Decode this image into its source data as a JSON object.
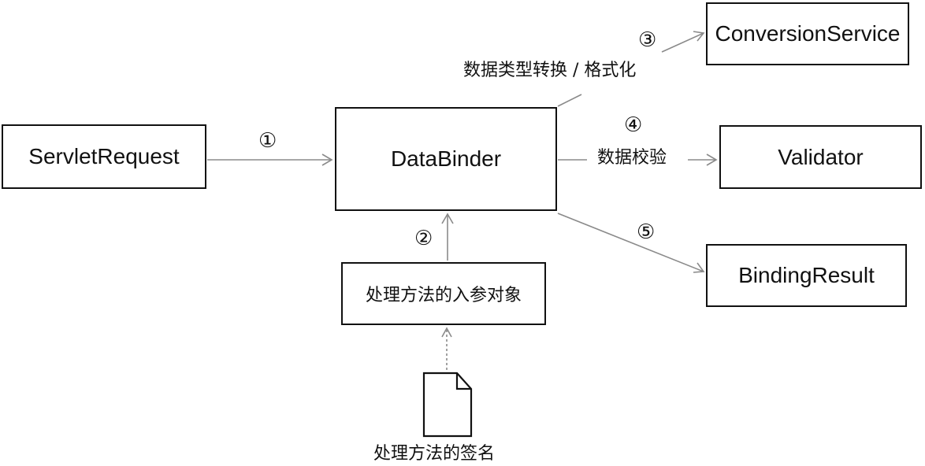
{
  "boxes": {
    "servlet_request": "ServletRequest",
    "data_binder": "DataBinder",
    "conversion_service": "ConversionService",
    "validator": "Validator",
    "binding_result": "BindingResult",
    "handler_param": "处理方法的入参对象"
  },
  "labels": {
    "conversion": "数据类型转换 / 格式化",
    "validate": "数据校验",
    "signature": "处理方法的签名"
  },
  "steps": {
    "s1": "①",
    "s2": "②",
    "s3": "③",
    "s4": "④",
    "s5": "⑤"
  },
  "icons": {
    "document": "document-icon"
  },
  "colors": {
    "line": "#8a8a8a",
    "border": "#111111"
  }
}
